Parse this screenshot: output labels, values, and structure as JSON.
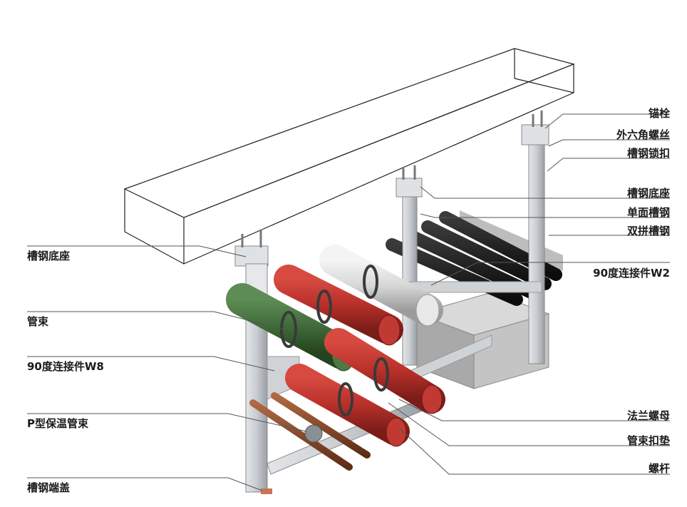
{
  "labels_right": [
    {
      "id": "anchor-bolt",
      "text": "锚栓"
    },
    {
      "id": "hex-bolt",
      "text": "外六角螺丝"
    },
    {
      "id": "channel-lock",
      "text": "槽钢锁扣"
    },
    {
      "id": "channel-base-right",
      "text": "槽钢底座"
    },
    {
      "id": "single-channel",
      "text": "单面槽钢"
    },
    {
      "id": "double-channel",
      "text": "双拼槽钢"
    },
    {
      "id": "connector-w2",
      "text": "90度连接件W2"
    },
    {
      "id": "flange-nut",
      "text": "法兰螺母"
    },
    {
      "id": "clamp-washer",
      "text": "管束扣垫"
    },
    {
      "id": "screw-rod",
      "text": "螺杆"
    }
  ],
  "labels_left": [
    {
      "id": "channel-base-left",
      "text": "槽钢底座"
    },
    {
      "id": "pipe-clamp",
      "text": "管束"
    },
    {
      "id": "connector-w8",
      "text": "90度连接件W8"
    },
    {
      "id": "p-insulation-clamp",
      "text": "P型保温管束"
    },
    {
      "id": "channel-end-cap",
      "text": "槽钢端盖"
    }
  ],
  "colors": {
    "label_text": "#1a1a1a",
    "leader_line": "#555555",
    "steel": "#c9ccd0",
    "steel_dark": "#8e949a",
    "red_pipe": "#b8302a",
    "green_pipe": "#3f6b3a",
    "white_pipe": "#d8d8d8",
    "copper_pipe": "#8a4a2a",
    "black_pipe": "#1b1b1b",
    "duct_box": "#b9b9b9"
  }
}
